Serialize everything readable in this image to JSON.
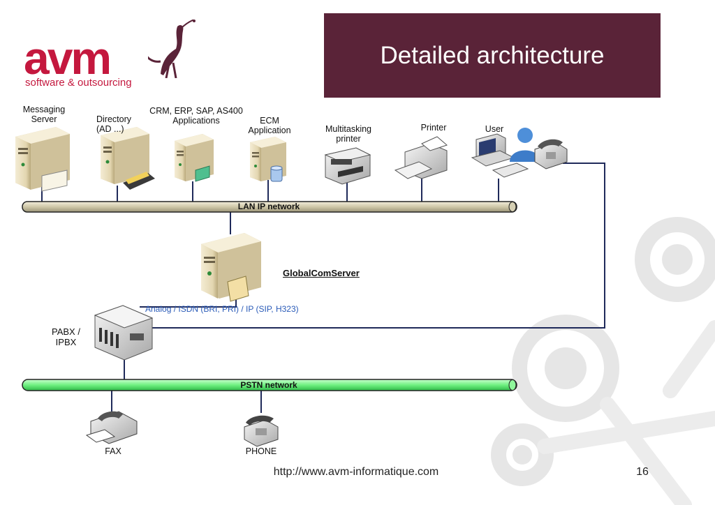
{
  "slide": {
    "title": "Detailed architecture",
    "logo": {
      "name": "avm",
      "tagline": "software & outsourcing"
    },
    "footer_url": "http://www.avm-informatique.com",
    "page_number": "16"
  },
  "diagram": {
    "nodes": {
      "messaging_server": [
        "Messaging",
        "Server"
      ],
      "directory": [
        "Directory",
        "(AD ...)"
      ],
      "crm_apps": [
        "CRM, ERP, SAP, AS400",
        "Applications"
      ],
      "ecm": [
        "ECM",
        "Application"
      ],
      "mfp": [
        "Multitasking",
        "printer"
      ],
      "printer": "Printer",
      "user": "User",
      "globalcomserver": "GlobalComServer",
      "pabx": [
        "PABX /",
        "IPBX"
      ],
      "fax": "FAX",
      "phone": "PHONE"
    },
    "links": {
      "analog_label": "Analog / ISDN (BRI, PRI) / IP (SIP, H323)"
    },
    "networks": {
      "lan": "LAN IP network",
      "pstn": "PSTN network"
    },
    "colors": {
      "title_bg": "#5a2338",
      "logo": "#c4183e",
      "lan_bus": "#d9d3b8",
      "pstn_bus": "#7ef58c",
      "link_line": "#1f2a5a",
      "analog_text": "#2a5bb8"
    }
  }
}
